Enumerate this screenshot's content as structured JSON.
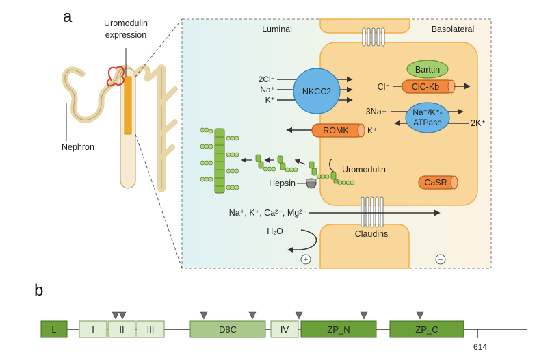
{
  "panel_a": {
    "letter": "a",
    "expression_label_line1": "Uromodulin",
    "expression_label_line2": "expression",
    "nephron_label": "Nephron",
    "luminal": "Luminal",
    "basolateral": "Basolateral",
    "nkcc2": "NKCC2",
    "nkcc2_ions": [
      "2Cl⁻",
      "Na⁺",
      "K⁺"
    ],
    "barttin": "Barttin",
    "clc_kb": "ClC-Kb",
    "cl_ion": "Cl⁻",
    "na_k_atpase_line1": "Na⁺/K⁺-",
    "na_k_atpase_line2": "ATPase",
    "na3": "3Na+",
    "k2": "2K⁺",
    "romk": "ROMK",
    "romk_k": "K⁺",
    "uromodulin": "Uromodulin",
    "hepsin": "Hepsin",
    "casr": "CaSR",
    "paracellular_ions": "Na⁺, K⁺, Ca²⁺, Mg²⁺",
    "water": "H₂O",
    "claudins": "Claudins",
    "plus": "+",
    "minus": "−"
  },
  "panel_b": {
    "letter": "b",
    "domains": [
      "L",
      "I",
      "II",
      "III",
      "D8C",
      "IV",
      "ZP_N",
      "ZP_C"
    ],
    "end_label": "614"
  },
  "colors": {
    "membrane_orange": "#f5a623",
    "nkcc2_blue": "#5aaee3",
    "barttin_green": "#9ccc65",
    "channel_orange": "#f0883e",
    "domain_dark_green": "#6a9f3a",
    "domain_mid_green": "#a8c98a",
    "domain_light_green": "#e3eed6"
  }
}
